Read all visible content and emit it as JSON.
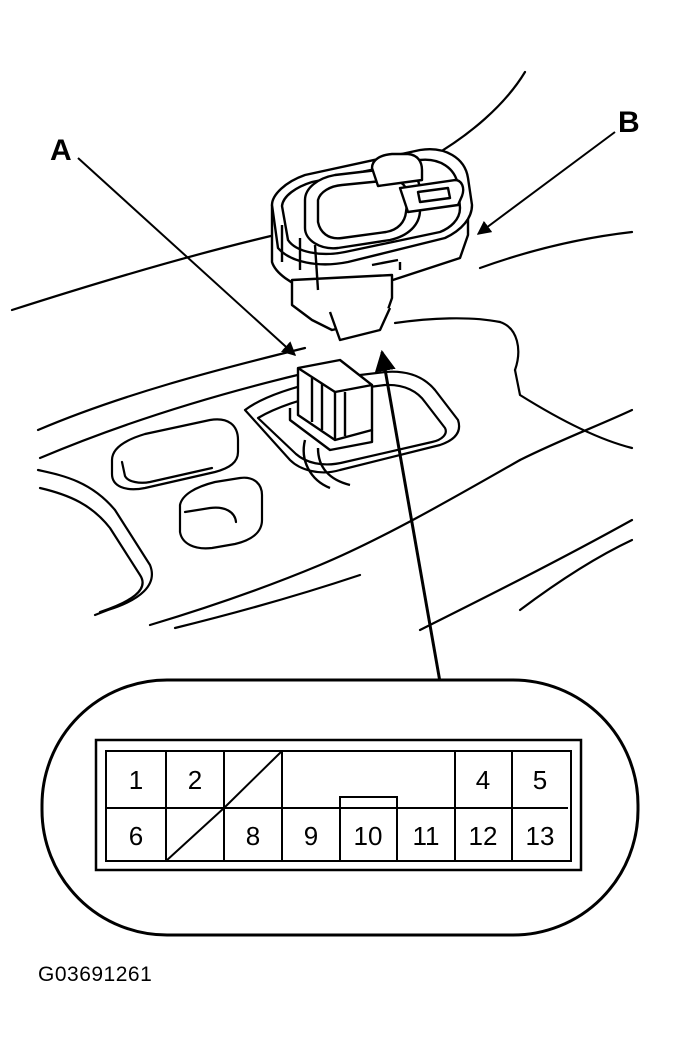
{
  "labels": {
    "a": "A",
    "b": "B"
  },
  "figure_code": "G03691261",
  "connector": {
    "top_row": [
      "1",
      "2",
      "",
      "",
      "4",
      "5"
    ],
    "bottom_row": [
      "6",
      "",
      "8",
      "9",
      "10",
      "11",
      "12",
      "13"
    ]
  },
  "colors": {
    "line": "#000000",
    "background": "#ffffff"
  }
}
